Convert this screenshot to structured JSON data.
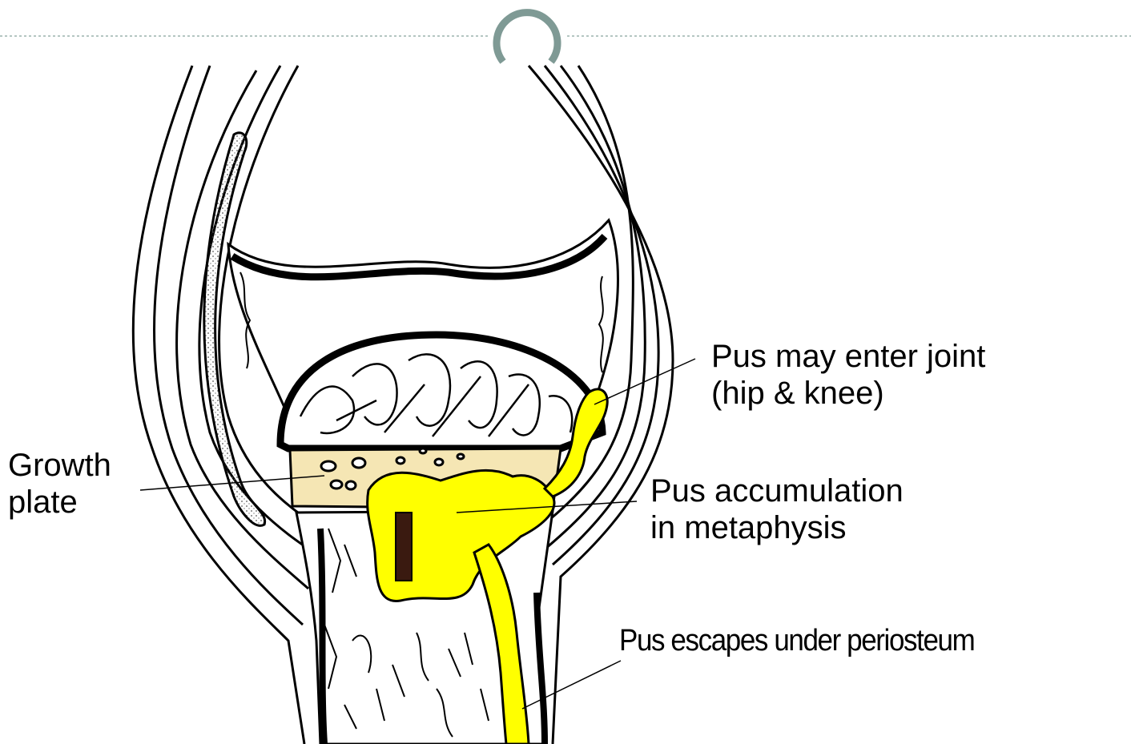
{
  "diagram": {
    "labels": {
      "joint": {
        "line1": "Pus may enter joint",
        "line2": "(hip & knee)"
      },
      "growth_plate": {
        "line1": "Growth",
        "line2": "plate"
      },
      "accumulation": {
        "line1": "Pus accumulation",
        "line2": "in metaphysis"
      },
      "escape": {
        "line1": "Pus escapes under periosteum"
      }
    },
    "colors": {
      "pus": "#ffff00",
      "growth_plate": "#f5e6b4",
      "outline": "#000000",
      "header_line": "#7f9a95",
      "background": "#ffffff"
    }
  }
}
